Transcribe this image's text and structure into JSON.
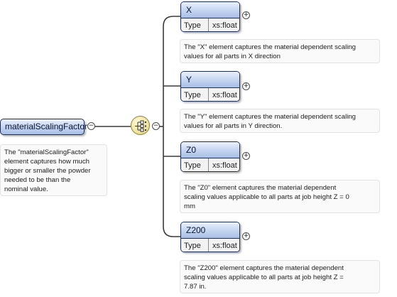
{
  "root": {
    "name": "materialScalingFactor",
    "toggle": "−",
    "doc": [
      "The \"materialScalingFactor\"",
      "element captures how much",
      "bigger or smaller the powder",
      "needed to be than the",
      "nominal value."
    ]
  },
  "sequence": {
    "icon": "sequence-compositor-icon",
    "toggle": "−"
  },
  "children": [
    {
      "name": "X",
      "type_label": "Type",
      "type_value": "xs:float",
      "toggle": "+",
      "doc": [
        "The \"X\" element captures the material dependent scaling",
        "values for all parts in X direction"
      ]
    },
    {
      "name": "Y",
      "type_label": "Type",
      "type_value": "xs:float",
      "toggle": "+",
      "doc": [
        "The \"Y\" element captures the material dependent scaling",
        "values for all parts in Y direction."
      ]
    },
    {
      "name": "Z0",
      "type_label": "Type",
      "type_value": "xs:float",
      "toggle": "+",
      "doc": [
        "The \"Z0\" element captures the material dependent",
        "scaling values applicable to all parts at job height Z = 0",
        "mm"
      ]
    },
    {
      "name": "Z200",
      "type_label": "Type",
      "type_value": "xs:float",
      "toggle": "+",
      "doc": [
        "The \"Z200\" element captures the material dependent",
        "scaling values applicable to all parts at job height Z =",
        "7.87 in."
      ]
    }
  ],
  "colors": {
    "connector": "#3a3a3a",
    "box_border": "#1f2f52",
    "box_header": "#c3d3f1",
    "doc_background": "#fafafa"
  }
}
